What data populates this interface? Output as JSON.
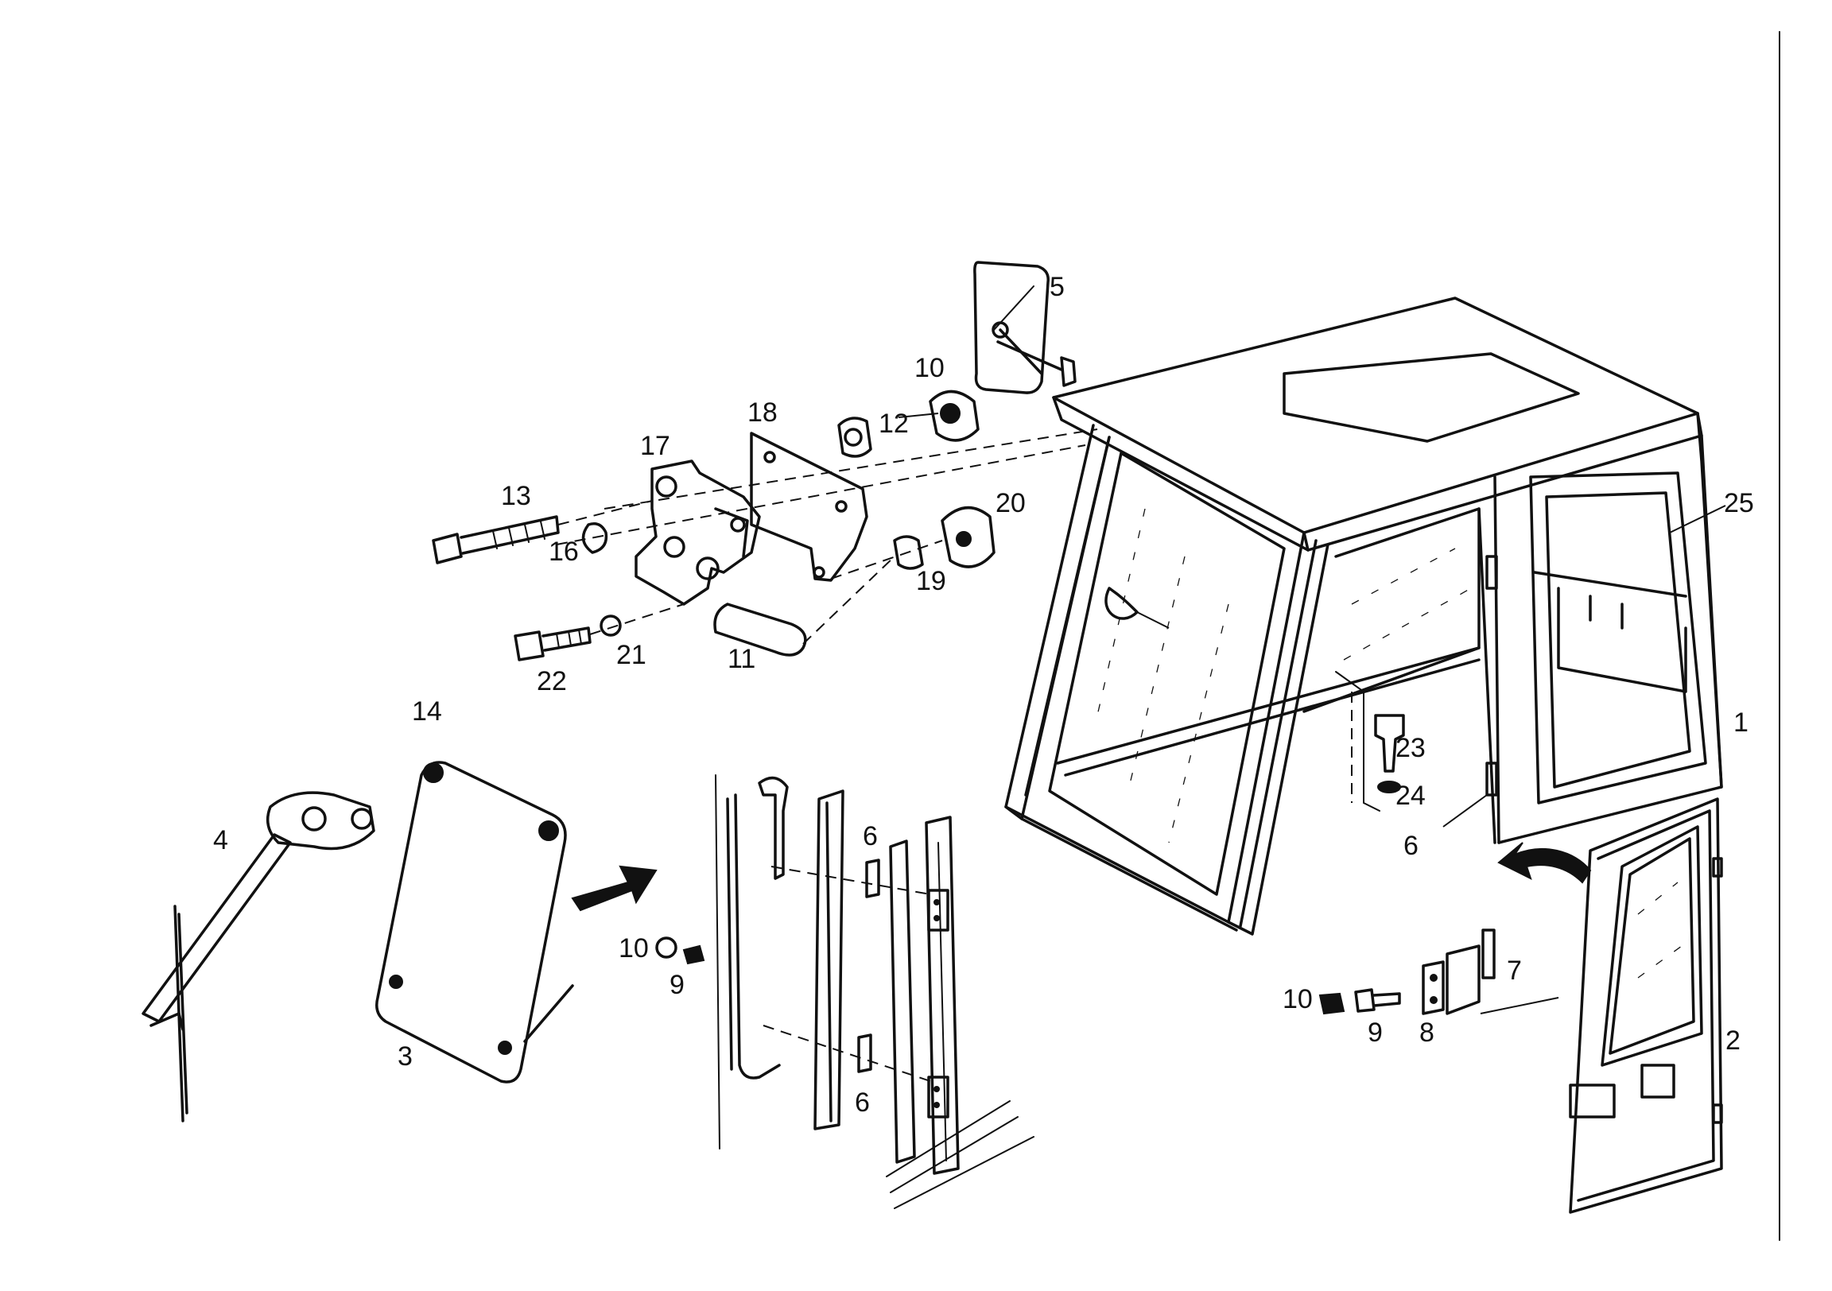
{
  "callouts": {
    "c1": "1",
    "c2": "2",
    "c3": "3",
    "c4": "4",
    "c5": "5",
    "c6a": "6",
    "c6b": "6",
    "c6c": "6",
    "c7": "7",
    "c8": "8",
    "c9a": "9",
    "c9b": "9",
    "c10a": "10",
    "c10b": "10",
    "c10c": "10",
    "c11": "11",
    "c12": "12",
    "c13": "13",
    "c14": "14",
    "c16": "16",
    "c17": "17",
    "c18": "18",
    "c19": "19",
    "c20": "20",
    "c21": "21",
    "c22": "22",
    "c23": "23",
    "c24": "24",
    "c25": "25"
  }
}
